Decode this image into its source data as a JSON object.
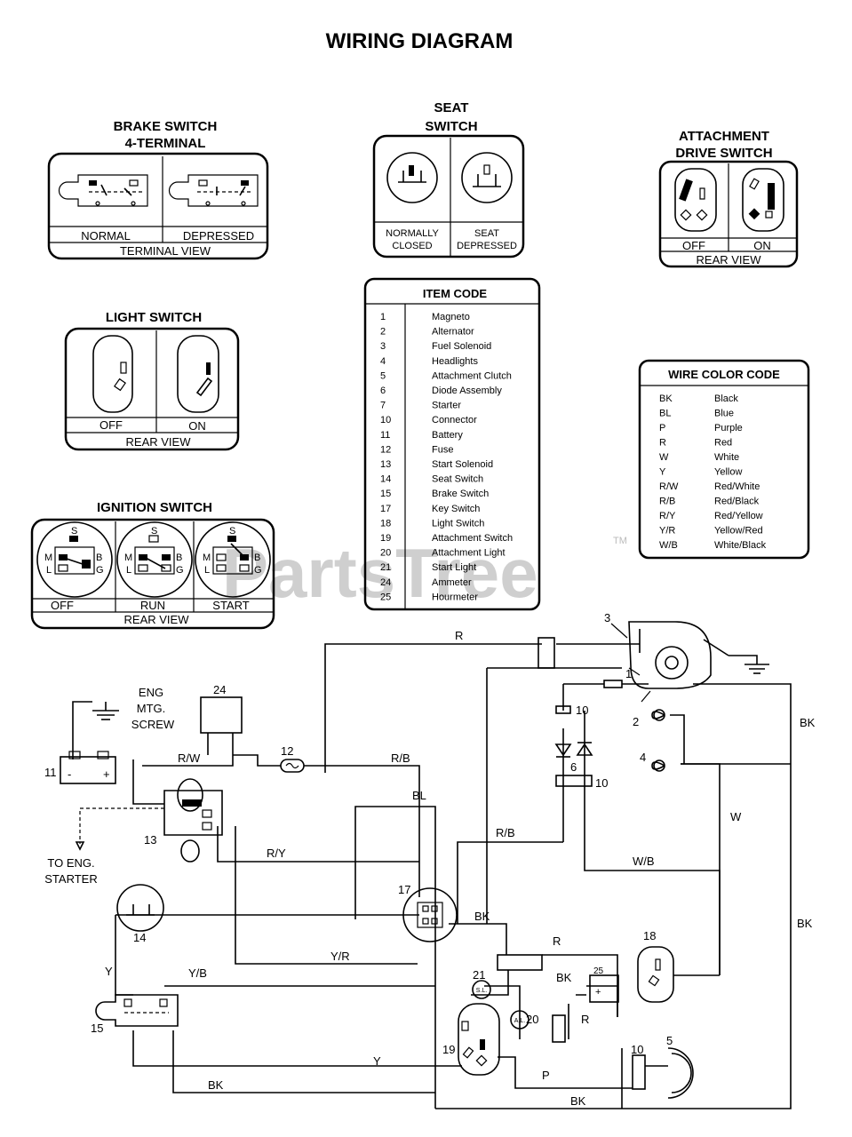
{
  "title": "WIRING DIAGRAM",
  "watermark": "PartsTree",
  "watermark_tm": "TM",
  "brake_switch": {
    "title_line1": "BRAKE SWITCH",
    "title_line2": "4-TERMINAL",
    "normal": "NORMAL",
    "depressed": "DEPRESSED",
    "view": "TERMINAL VIEW"
  },
  "seat_switch": {
    "title_line1": "SEAT",
    "title_line2": "SWITCH",
    "left_line1": "NORMALLY",
    "left_line2": "CLOSED",
    "right_line1": "SEAT",
    "right_line2": "DEPRESSED"
  },
  "attachment_switch": {
    "title_line1": "ATTACHMENT",
    "title_line2": "DRIVE SWITCH",
    "off": "OFF",
    "on": "ON",
    "view": "REAR VIEW"
  },
  "light_switch": {
    "title": "LIGHT SWITCH",
    "off": "OFF",
    "on": "ON",
    "view": "REAR VIEW"
  },
  "ignition_switch": {
    "title": "IGNITION SWITCH",
    "off": "OFF",
    "run": "RUN",
    "start": "START",
    "view": "REAR VIEW",
    "terminals": [
      "S",
      "M",
      "L",
      "B",
      "G"
    ]
  },
  "item_code": {
    "title": "ITEM CODE",
    "items": [
      {
        "num": "1",
        "name": "Magneto"
      },
      {
        "num": "2",
        "name": "Alternator"
      },
      {
        "num": "3",
        "name": "Fuel Solenoid"
      },
      {
        "num": "4",
        "name": "Headlights"
      },
      {
        "num": "5",
        "name": "Attachment Clutch"
      },
      {
        "num": "6",
        "name": "Diode Assembly"
      },
      {
        "num": "7",
        "name": "Starter"
      },
      {
        "num": "10",
        "name": "Connector"
      },
      {
        "num": "11",
        "name": "Battery"
      },
      {
        "num": "12",
        "name": "Fuse"
      },
      {
        "num": "13",
        "name": "Start Solenoid"
      },
      {
        "num": "14",
        "name": "Seat Switch"
      },
      {
        "num": "15",
        "name": "Brake Switch"
      },
      {
        "num": "17",
        "name": "Key Switch"
      },
      {
        "num": "18",
        "name": "Light Switch"
      },
      {
        "num": "19",
        "name": "Attachment Switch"
      },
      {
        "num": "20",
        "name": "Attachment Light"
      },
      {
        "num": "21",
        "name": "Start Light"
      },
      {
        "num": "24",
        "name": "Ammeter"
      },
      {
        "num": "25",
        "name": "Hourmeter"
      }
    ]
  },
  "wire_color_code": {
    "title": "WIRE COLOR CODE",
    "items": [
      {
        "code": "BK",
        "color": "Black"
      },
      {
        "code": "BL",
        "color": "Blue"
      },
      {
        "code": "P",
        "color": "Purple"
      },
      {
        "code": "R",
        "color": "Red"
      },
      {
        "code": "W",
        "color": "White"
      },
      {
        "code": "Y",
        "color": "Yellow"
      },
      {
        "code": "R/W",
        "color": "Red/White"
      },
      {
        "code": "R/B",
        "color": "Red/Black"
      },
      {
        "code": "R/Y",
        "color": "Red/Yellow"
      },
      {
        "code": "Y/R",
        "color": "Yellow/Red"
      },
      {
        "code": "W/B",
        "color": "White/Black"
      }
    ]
  },
  "schematic": {
    "eng_mtg_line1": "ENG",
    "eng_mtg_line2": "MTG.",
    "eng_mtg_line3": "SCREW",
    "to_eng_line1": "TO ENG.",
    "to_eng_line2": "STARTER",
    "battery_minus": "-",
    "battery_plus": "+",
    "lamp_start": "S.L.",
    "lamp_attach": "A.L.",
    "component_numbers": {
      "c1": "1",
      "c2": "2",
      "c3": "3",
      "c4": "4",
      "c5": "5",
      "c6": "6",
      "c10a": "10",
      "c10b": "10",
      "c10c": "10",
      "c11": "11",
      "c12": "12",
      "c13": "13",
      "c14": "14",
      "c15": "15",
      "c17": "17",
      "c18": "18",
      "c19": "19",
      "c20": "20",
      "c21": "21",
      "c24": "24",
      "c25": "25"
    },
    "wire_labels": {
      "r_top": "R",
      "rw": "R/W",
      "rb_left": "R/B",
      "bl": "BL",
      "rb_mid": "R/B",
      "ry": "R/Y",
      "wb": "W/B",
      "w": "W",
      "bk_right_top": "BK",
      "bk_right_bottom": "BK",
      "bk_mid": "BK",
      "r_mid": "R",
      "yr": "Y/R",
      "bk_25": "BK",
      "r_25": "R",
      "y_left": "Y",
      "yb": "Y/B",
      "y_bottom": "Y",
      "p": "P",
      "bk_bottom_left": "BK",
      "bk_bottom_right": "BK"
    }
  }
}
